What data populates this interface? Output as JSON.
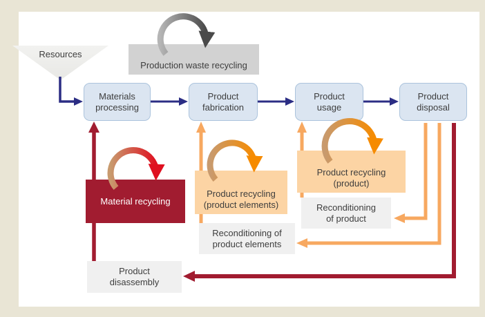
{
  "title": "Product lifecycle recycling flow diagram",
  "nodes": {
    "resources": "Resources",
    "materials_processing": "Materials\nprocessing",
    "product_fabrication": "Product\nfabrication",
    "product_usage": "Product\nusage",
    "product_disposal": "Product\ndisposal",
    "production_waste_recycling": "Production waste recycling",
    "material_recycling": "Material recycling",
    "product_recycling_elements": "Product recycling\n(product elements)",
    "product_recycling_product": "Product recycling\n(product)",
    "reconditioning_of_product": "Reconditioning\nof product",
    "reconditioning_of_product_elements": "Reconditioning of\nproduct elements",
    "product_disassembly": "Product\ndisassembly"
  },
  "edges": [
    {
      "from": "resources",
      "to": "materials_processing",
      "color": "#2b2d84"
    },
    {
      "from": "materials_processing",
      "to": "product_fabrication",
      "color": "#2b2d84"
    },
    {
      "from": "product_fabrication",
      "to": "product_usage",
      "color": "#2b2d84"
    },
    {
      "from": "product_usage",
      "to": "product_disposal",
      "color": "#2b2d84"
    },
    {
      "from": "production_waste_recycling",
      "to": "production_waste_recycling",
      "type": "self-loop",
      "color": "#4a4a4a"
    },
    {
      "from": "material_recycling",
      "to": "material_recycling",
      "type": "self-loop",
      "color": "#df1020"
    },
    {
      "from": "product_recycling_elements",
      "to": "product_recycling_elements",
      "type": "self-loop",
      "color": "#f68b00"
    },
    {
      "from": "product_recycling_product",
      "to": "product_recycling_product",
      "type": "self-loop",
      "color": "#f68b00"
    },
    {
      "from": "product_disassembly",
      "to": "materials_processing",
      "via": "material_recycling",
      "color": "#a11c30"
    },
    {
      "from": "reconditioning_of_product_elements",
      "to": "product_fabrication",
      "via": "product_recycling_elements",
      "color": "#f7a860"
    },
    {
      "from": "reconditioning_of_product",
      "to": "product_usage",
      "via": "product_recycling_product",
      "color": "#f7a860"
    },
    {
      "from": "product_disposal",
      "to": "reconditioning_of_product",
      "color": "#f7a860"
    },
    {
      "from": "product_disposal",
      "to": "reconditioning_of_product_elements",
      "color": "#f7a860"
    },
    {
      "from": "product_disposal",
      "to": "product_disassembly",
      "color": "#a11c30"
    }
  ],
  "colors": {
    "page_background": "#e9e5d5",
    "panel_background": "#ffffff",
    "stage_fill": "#dbe5f1",
    "stage_border": "#abc3dc",
    "flow_blue": "#2b2d84",
    "dark_red": "#a11c30",
    "bright_red": "#df1020",
    "orange": "#f7a860",
    "bright_orange": "#f68b00",
    "light_orange_box": "#fcd4a4",
    "gray_box": "#d2d2d2",
    "light_gray_box": "#f0f0f0",
    "loop_tan": "#c89a6e",
    "gray_arrow_dark": "#4a4a4a",
    "text": "#3d3d3d"
  }
}
